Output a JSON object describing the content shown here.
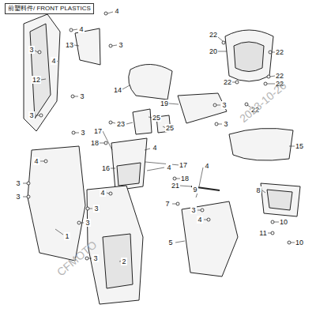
{
  "diagram": {
    "title": "前塑料件/ FRONT PLASTICS",
    "labels": [
      "4",
      "4",
      "13",
      "3",
      "3",
      "12",
      "4",
      "3",
      "3",
      "3",
      "14",
      "3",
      "19",
      "3",
      "3",
      "22",
      "20",
      "22",
      "22",
      "22",
      "22",
      "22",
      "15",
      "23",
      "25",
      "25",
      "17",
      "17",
      "18",
      "18",
      "16",
      "4",
      "4",
      "4",
      "3",
      "3",
      "1",
      "4",
      "3",
      "3",
      "3",
      "2",
      "7",
      "4",
      "9",
      "21",
      "3",
      "4",
      "5",
      "8",
      "10",
      "10",
      "11",
      "CFMOTO",
      "2023-10-26"
    ]
  }
}
